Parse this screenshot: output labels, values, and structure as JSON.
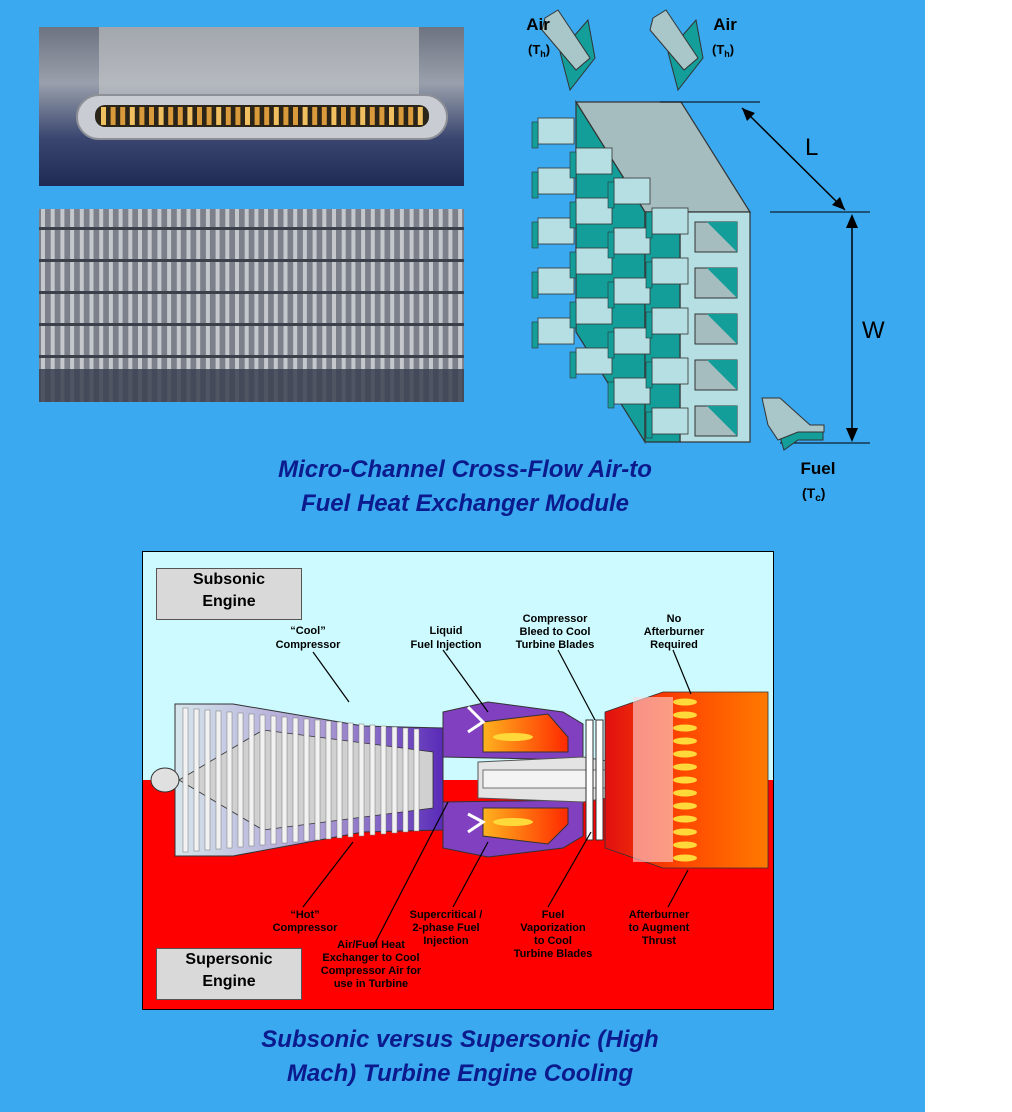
{
  "heat_exchanger": {
    "caption_line1": "Micro-Channel Cross-Flow Air-to",
    "caption_line2": "Fuel Heat Exchanger Module",
    "air_left": "Air",
    "air_left_sub": "(T",
    "air_left_subscript": "h",
    "air_right": "Air",
    "air_right_sub": "(T",
    "air_right_subscript": "h",
    "dim_length": "L",
    "dim_width": "W",
    "fuel": "Fuel",
    "fuel_sub": "(T",
    "fuel_subscript": "c",
    "close_paren": ")"
  },
  "engine": {
    "caption_line1": "Subsonic versus Supersonic (High",
    "caption_line2": "Mach) Turbine Engine Cooling",
    "subsonic_line1": "Subsonic",
    "subsonic_line2": "Engine",
    "supersonic_line1": "Supersonic",
    "supersonic_line2": "Engine",
    "top_labels": {
      "cool_compressor": [
        "“Cool”",
        "Compressor"
      ],
      "liquid_fuel": [
        "Liquid",
        "Fuel Injection"
      ],
      "compressor_bleed": [
        "Compressor",
        "Bleed to Cool",
        "Turbine Blades"
      ],
      "no_afterburner": [
        "No",
        "Afterburner",
        "Required"
      ]
    },
    "bottom_labels": {
      "hot_compressor": [
        "“Hot”",
        "Compressor"
      ],
      "air_fuel_hx": [
        "Air/Fuel Heat",
        "Exchanger to Cool",
        "Compressor Air for",
        "use in Turbine"
      ],
      "supercritical": [
        "Supercritical /",
        "2-phase Fuel",
        "Injection"
      ],
      "fuel_vaporization": [
        "Fuel",
        "Vaporization",
        "to Cool",
        "Turbine Blades"
      ],
      "afterburner": [
        "Afterburner",
        "to Augment",
        "Thrust"
      ]
    }
  },
  "colors": {
    "background": "#3aa9ef",
    "caption": "#0b1a8c",
    "subsonic_sky": "#ccfafe",
    "supersonic_red": "#ff0000",
    "module_teal": "#139e9a",
    "module_face": "#b5dfe3"
  }
}
